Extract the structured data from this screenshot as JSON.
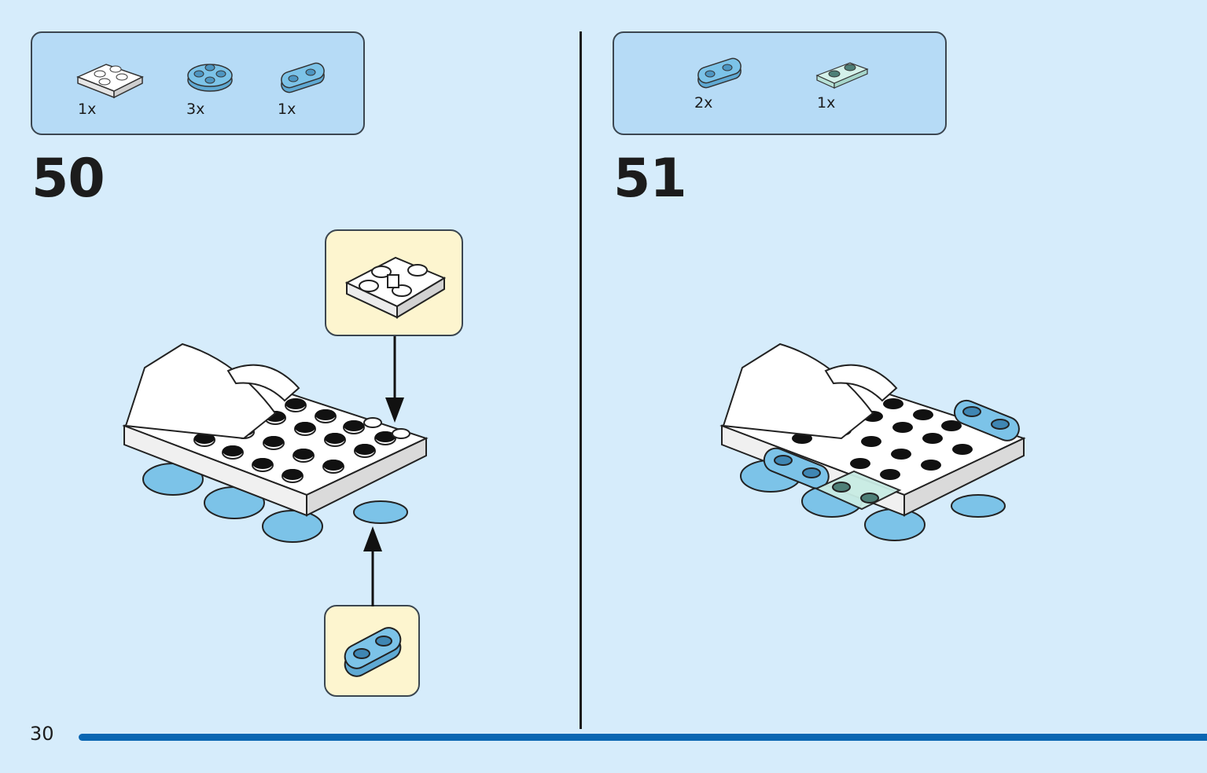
{
  "page_number": "30",
  "colors": {
    "background": "#d6ecfb",
    "parts_box": "#b6dbf6",
    "callout": "#fdf5cf",
    "progress": "#0a66b2",
    "brick_blue": "#7cc3e8",
    "brick_white": "#ffffff",
    "brick_trans": "#c9ece4"
  },
  "steps": [
    {
      "number": "50",
      "parts": [
        {
          "icon": "white-2x2-plate-icon",
          "qty": "1x"
        },
        {
          "icon": "blue-round-plate-icon",
          "qty": "3x"
        },
        {
          "icon": "blue-1x2-rounded-plate-icon",
          "qty": "1x"
        }
      ],
      "callouts": [
        "white-2x2-plate-callout",
        "blue-rounded-plate-callout"
      ]
    },
    {
      "number": "51",
      "parts": [
        {
          "icon": "blue-1x2-rounded-plate-icon",
          "qty": "2x"
        },
        {
          "icon": "trans-light-blue-1x2-plate-icon",
          "qty": "1x"
        }
      ]
    }
  ]
}
